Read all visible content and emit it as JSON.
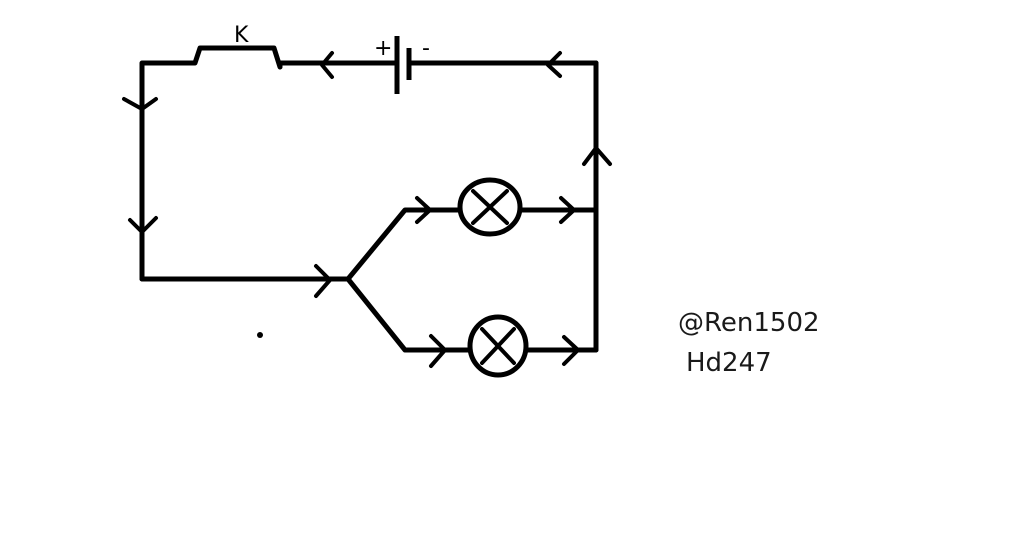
{
  "diagram": {
    "switch_label": "K",
    "battery_plus": "+",
    "battery_minus": "-"
  },
  "watermark": {
    "handle": "@Ren1502",
    "code": "Hd247"
  }
}
